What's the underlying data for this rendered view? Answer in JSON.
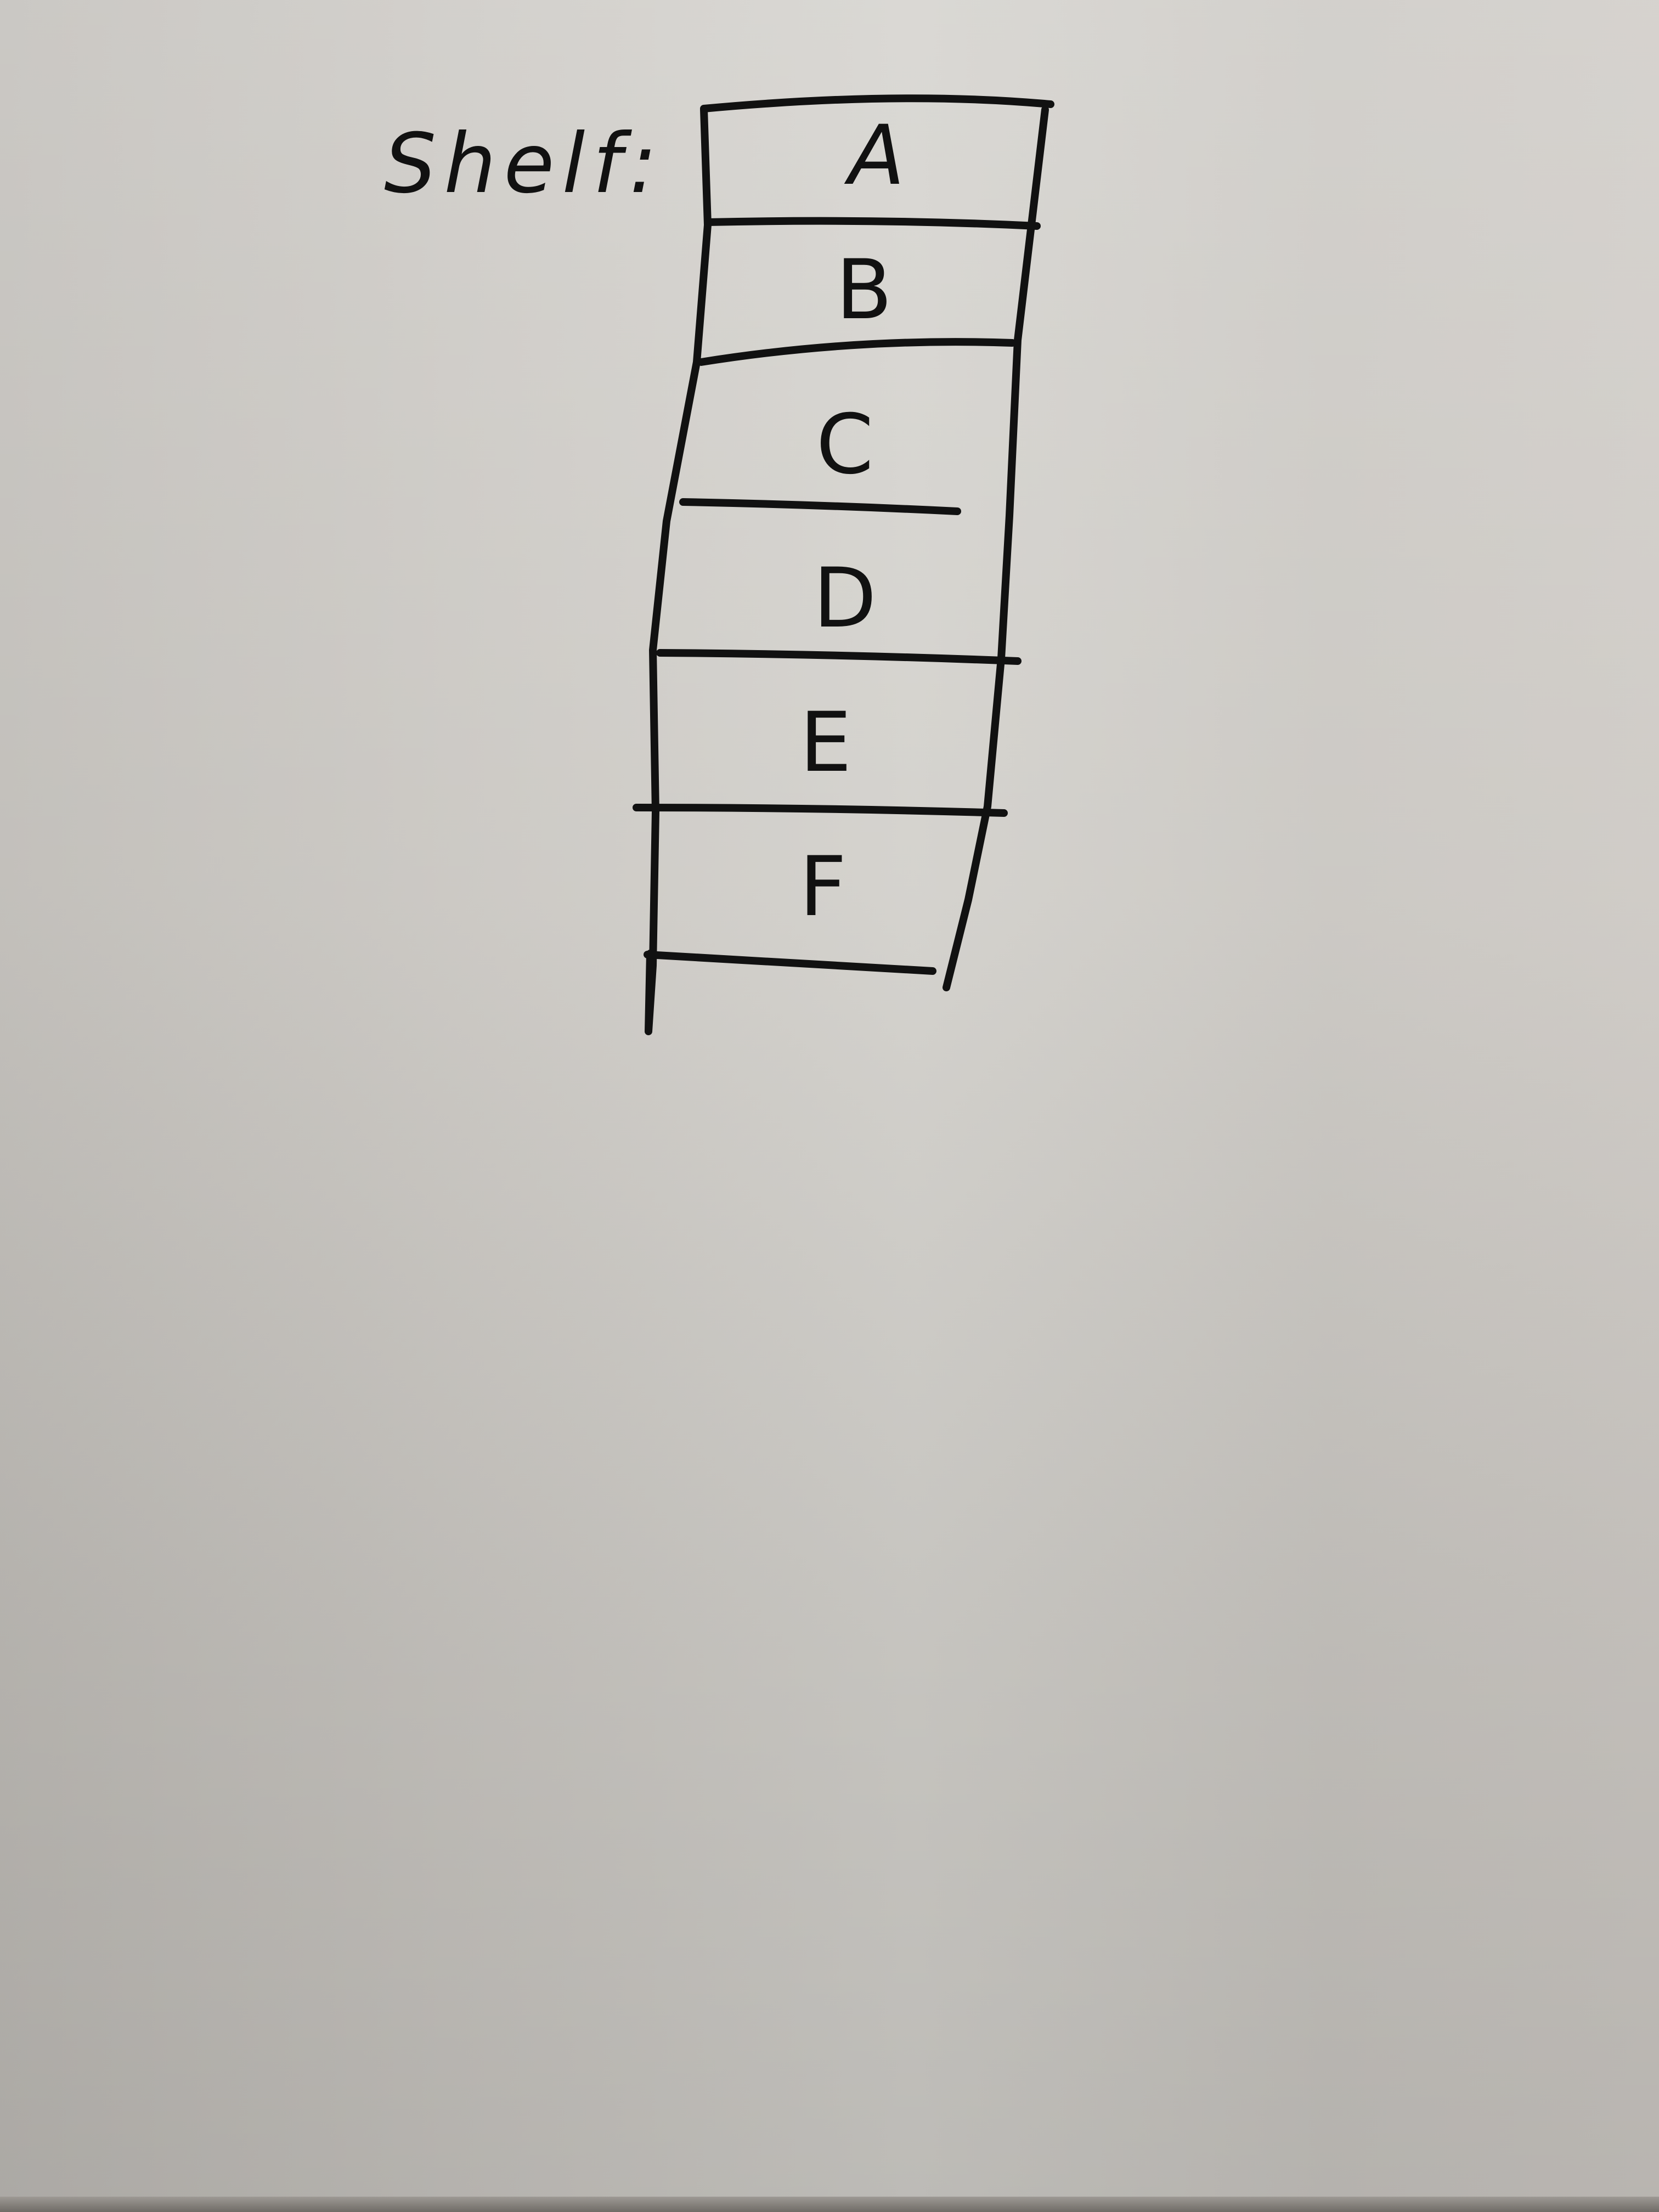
{
  "heading": "Shelf:",
  "shelf": {
    "sections": [
      "A",
      "B",
      "C",
      "D",
      "E",
      "F"
    ]
  },
  "colors": {
    "ink": "#111111",
    "paper": "#cbc8c3"
  }
}
